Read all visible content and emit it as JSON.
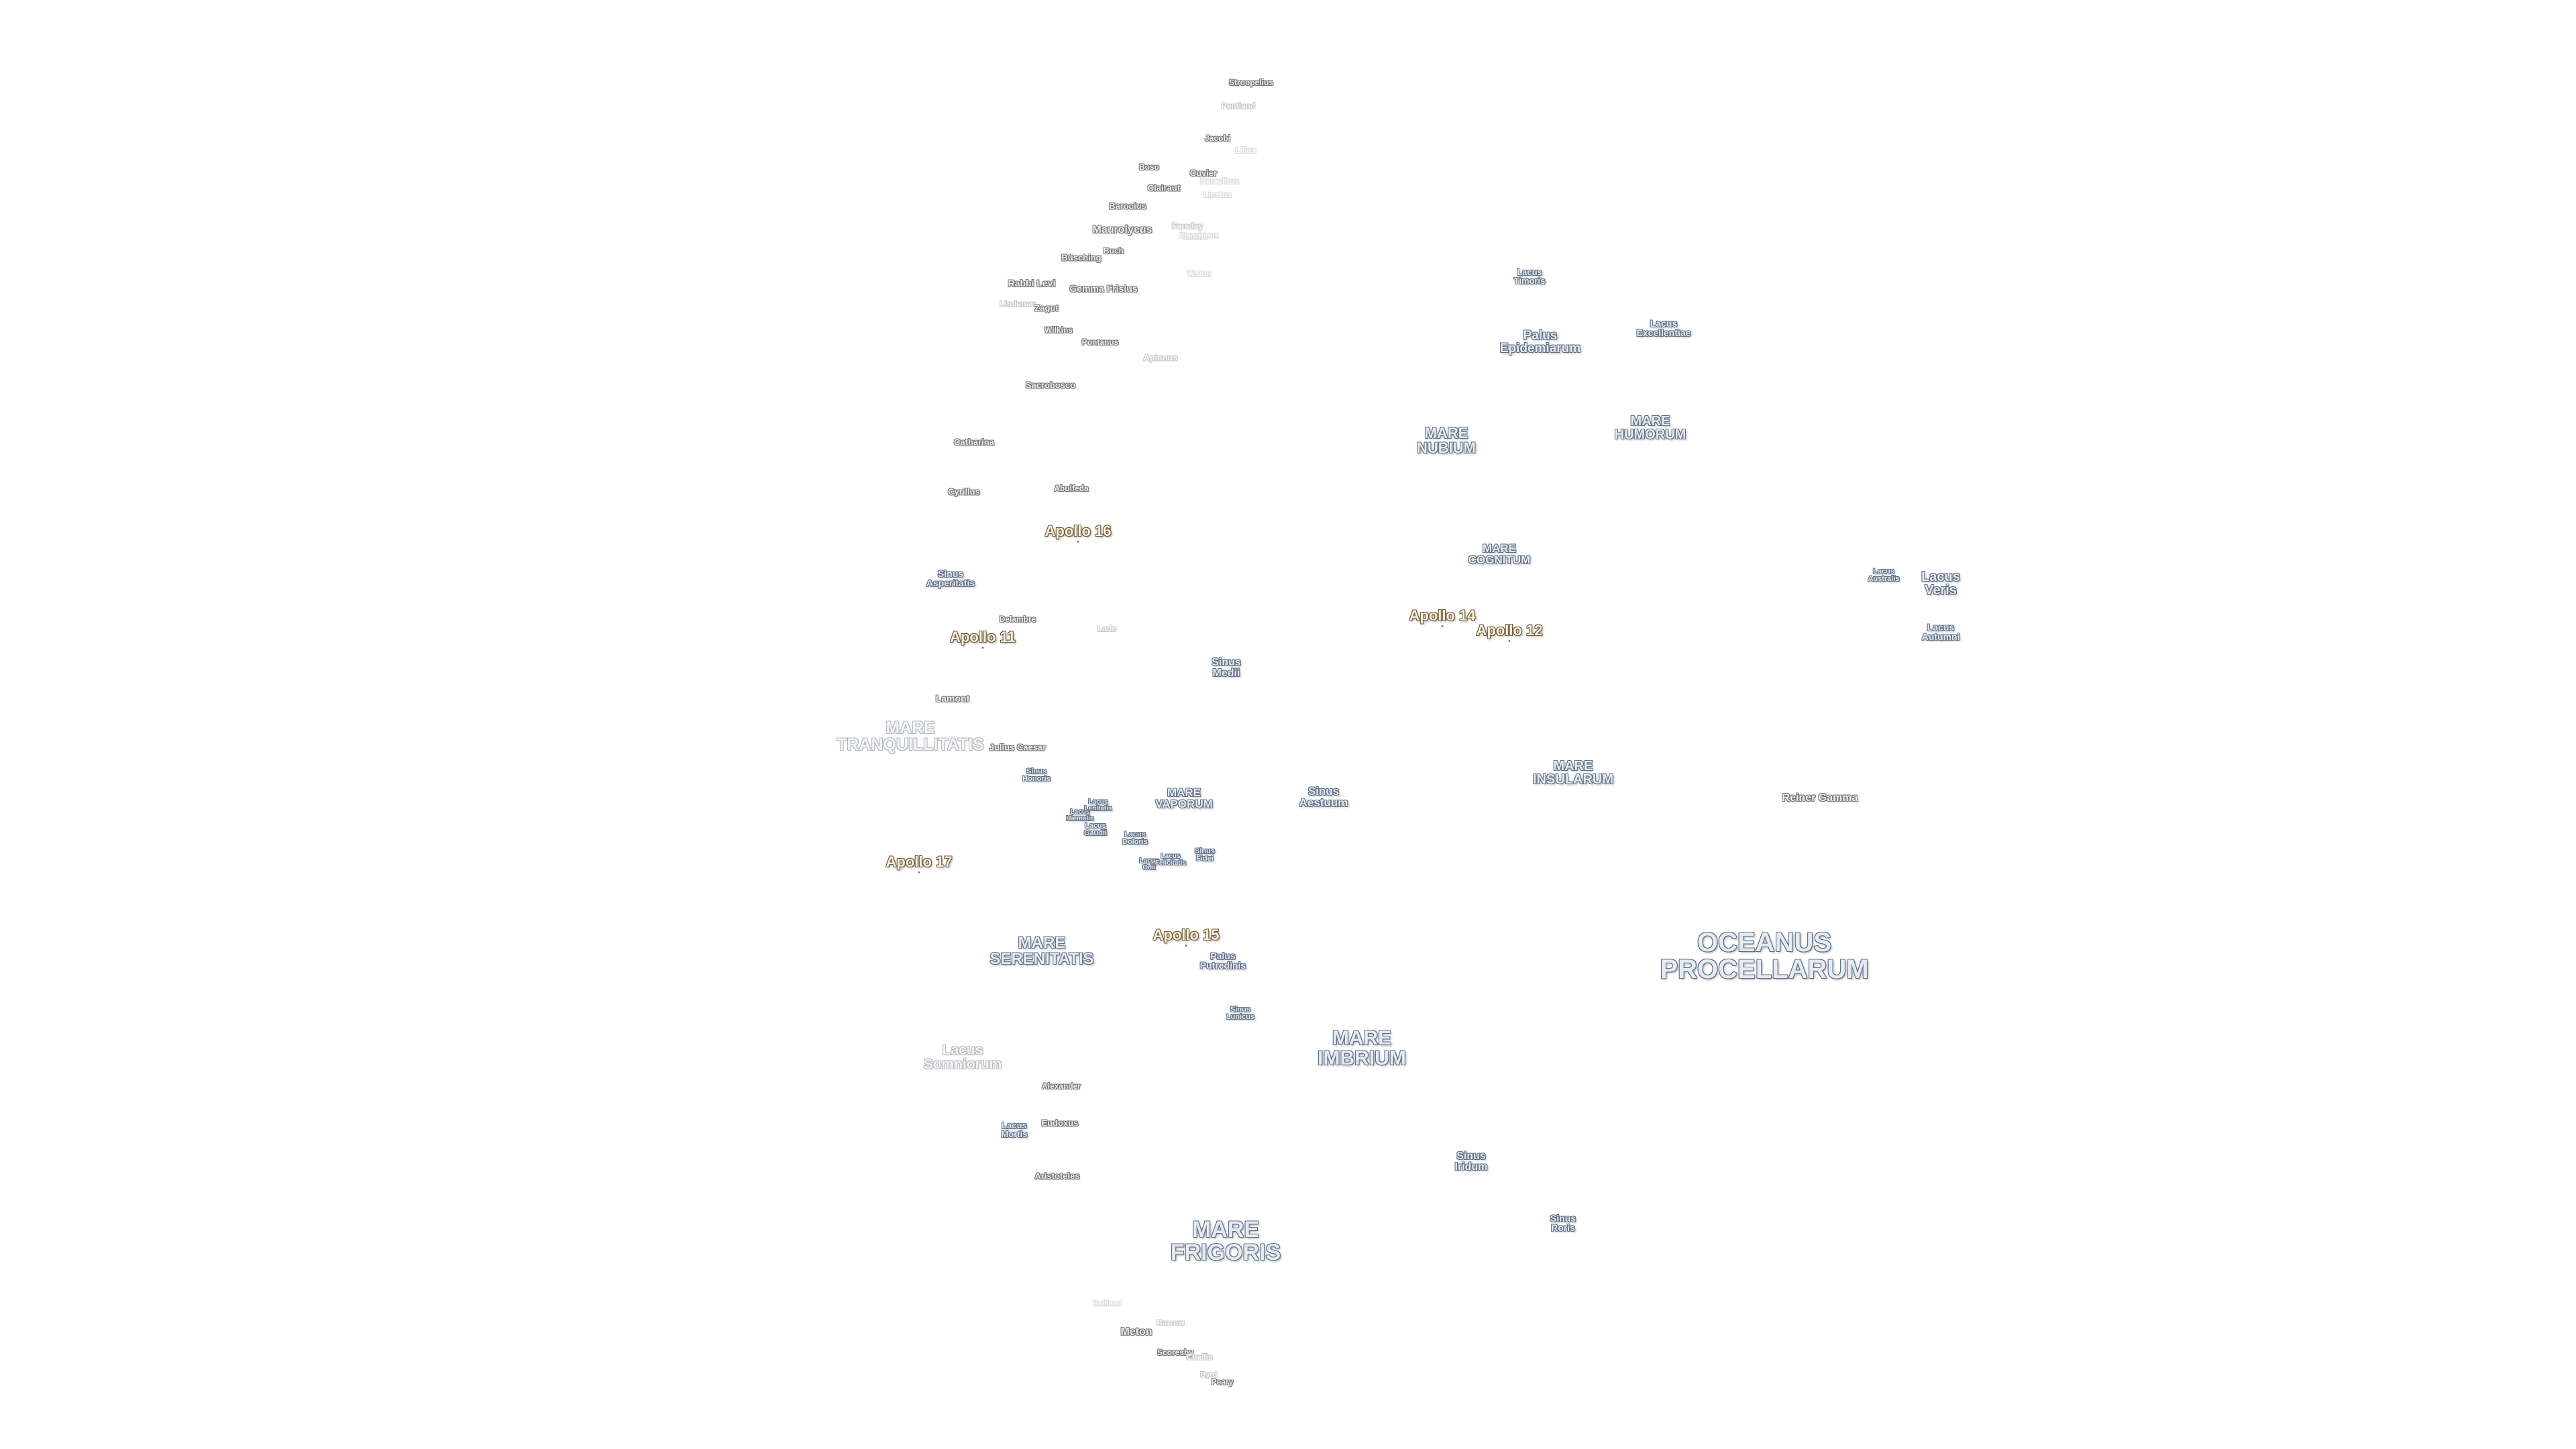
{
  "map": {
    "maria": [
      {
        "id": "oceanus-procellarum",
        "lines": [
          "OCEANUS",
          "PROCELLARUM"
        ]
      },
      {
        "id": "mare-frigoris",
        "lines": [
          "MARE",
          "FRIGORIS"
        ]
      },
      {
        "id": "mare-imbrium",
        "lines": [
          "MARE",
          "IMBRIUM"
        ]
      },
      {
        "id": "mare-tranquillitatis",
        "lines": [
          "MARE",
          "TRANQUILLITATIS"
        ]
      },
      {
        "id": "mare-serenitatis",
        "lines": [
          "MARE",
          "SERENITATIS"
        ]
      },
      {
        "id": "mare-nubium",
        "lines": [
          "MARE",
          "NUBIUM"
        ]
      },
      {
        "id": "mare-humorum",
        "lines": [
          "MARE",
          "HUMORUM"
        ]
      },
      {
        "id": "mare-insularum",
        "lines": [
          "MARE",
          "INSULARUM"
        ]
      },
      {
        "id": "mare-cognitum",
        "lines": [
          "MARE",
          "COGNITUM"
        ]
      },
      {
        "id": "mare-vaporum",
        "lines": [
          "MARE",
          "VAPORUM"
        ]
      },
      {
        "id": "lacus-somniorum",
        "lines": [
          "Lacus",
          "Somniorum"
        ]
      },
      {
        "id": "lacus-veris",
        "lines": [
          "Lacus",
          "Veris"
        ]
      },
      {
        "id": "lacus-autumni",
        "lines": [
          "Lacus",
          "Autumni"
        ]
      },
      {
        "id": "lacus-excellentiae",
        "lines": [
          "Lacus",
          "Excellentiae"
        ]
      },
      {
        "id": "lacus-timoris",
        "lines": [
          "Lacus",
          "Timoris"
        ]
      },
      {
        "id": "lacus-australis",
        "lines": [
          "Lacus",
          "Australis"
        ]
      },
      {
        "id": "lacus-mortis",
        "lines": [
          "Lacus",
          "Mortis"
        ]
      },
      {
        "id": "palus-epidemiarum",
        "lines": [
          "Palus",
          "Epidemiarum"
        ]
      },
      {
        "id": "palus-putredinis",
        "lines": [
          "Palus",
          "Putredinis"
        ]
      },
      {
        "id": "sinus-medii",
        "lines": [
          "Sinus",
          "Medii"
        ]
      },
      {
        "id": "sinus-aestuum",
        "lines": [
          "Sinus",
          "Aestuum"
        ]
      },
      {
        "id": "sinus-iridum",
        "lines": [
          "Sinus",
          "Iridum"
        ]
      },
      {
        "id": "sinus-roris",
        "lines": [
          "Sinus",
          "Roris"
        ]
      },
      {
        "id": "sinus-asperitatis",
        "lines": [
          "Sinus",
          "Asperitatis"
        ]
      },
      {
        "id": "sinus-honoris",
        "lines": [
          "Sinus",
          "Honoris"
        ]
      },
      {
        "id": "sinus-lunicus",
        "lines": [
          "Sinus",
          "Lunicus"
        ]
      },
      {
        "id": "sinus-fidei",
        "lines": [
          "Sinus",
          "Fidei"
        ]
      },
      {
        "id": "lacus-hiemalis",
        "lines": [
          "Lacus",
          "Hiemalis"
        ]
      },
      {
        "id": "lacus-lenitatis",
        "lines": [
          "Lacus",
          "Lenitatis"
        ]
      },
      {
        "id": "lacus-gaudii",
        "lines": [
          "Lacus",
          "Gaudii"
        ]
      },
      {
        "id": "lacus-doloris",
        "lines": [
          "Lacus",
          "Doloris"
        ]
      },
      {
        "id": "lacus-odii",
        "lines": [
          "Lacus",
          "Odii"
        ]
      },
      {
        "id": "lacus-felicitatis",
        "lines": [
          "Lacus",
          "Felicitatis"
        ]
      }
    ],
    "apollo_sites": [
      {
        "id": "apollo-11",
        "label": "Apollo 11"
      },
      {
        "id": "apollo-12",
        "label": "Apollo 12"
      },
      {
        "id": "apollo-14",
        "label": "Apollo 14"
      },
      {
        "id": "apollo-15",
        "label": "Apollo 15"
      },
      {
        "id": "apollo-16",
        "label": "Apollo 16"
      },
      {
        "id": "apollo-17",
        "label": "Apollo 17"
      }
    ],
    "craters": [
      {
        "id": "stroopelius",
        "label": "Stroopelius"
      },
      {
        "id": "pentland",
        "label": "Pentland"
      },
      {
        "id": "jacobi",
        "label": "Jacobi"
      },
      {
        "id": "lilius",
        "label": "Lilius"
      },
      {
        "id": "boso",
        "label": "Boso"
      },
      {
        "id": "cuvier",
        "label": "Cuvier"
      },
      {
        "id": "heraclitus",
        "label": "Heraclitus"
      },
      {
        "id": "clairaut",
        "label": "Clairaut"
      },
      {
        "id": "licetus",
        "label": "Licetus"
      },
      {
        "id": "barocius",
        "label": "Barocius"
      },
      {
        "id": "maurolycus",
        "label": "Maurolycus"
      },
      {
        "id": "faraday",
        "label": "Faraday"
      },
      {
        "id": "stofler",
        "label": "Stöfler"
      },
      {
        "id": "blanchinus",
        "label": "Blanchinus"
      },
      {
        "id": "busching",
        "label": "Büsching"
      },
      {
        "id": "buch",
        "label": "Buch"
      },
      {
        "id": "walter",
        "label": "Walter"
      },
      {
        "id": "rabbi-levi",
        "label": "Rabbi Levi"
      },
      {
        "id": "gemma-frisius",
        "label": "Gemma Frisius"
      },
      {
        "id": "lindenau",
        "label": "Lindenau"
      },
      {
        "id": "zagut",
        "label": "Zagut"
      },
      {
        "id": "wilkins",
        "label": "Wilkins"
      },
      {
        "id": "pontanus",
        "label": "Pontanus"
      },
      {
        "id": "apianus",
        "label": "Apianus"
      },
      {
        "id": "sacrobosco",
        "label": "Sacrobosco"
      },
      {
        "id": "catharina",
        "label": "Catharina"
      },
      {
        "id": "cyrillus",
        "label": "Cyrillus"
      },
      {
        "id": "abulfeda",
        "label": "Abulfeda"
      },
      {
        "id": "delambre",
        "label": "Delambre"
      },
      {
        "id": "lade",
        "label": "Lade"
      },
      {
        "id": "lamont",
        "label": "Lamont"
      },
      {
        "id": "julius-caesar",
        "label": "Julius Caesar"
      },
      {
        "id": "reiner-gamma",
        "label": "Reiner Gamma"
      },
      {
        "id": "alexander",
        "label": "Alexander"
      },
      {
        "id": "eudoxus",
        "label": "Eudoxus"
      },
      {
        "id": "aristoteles",
        "label": "Aristoteles"
      },
      {
        "id": "meton",
        "label": "Meton"
      },
      {
        "id": "baillaud",
        "label": "Baillaud"
      },
      {
        "id": "barrow",
        "label": "Barrow"
      },
      {
        "id": "scoresby",
        "label": "Scoresby"
      },
      {
        "id": "challis",
        "label": "Challis"
      },
      {
        "id": "byrd",
        "label": "Byrd"
      },
      {
        "id": "peary",
        "label": "Peary"
      }
    ]
  }
}
